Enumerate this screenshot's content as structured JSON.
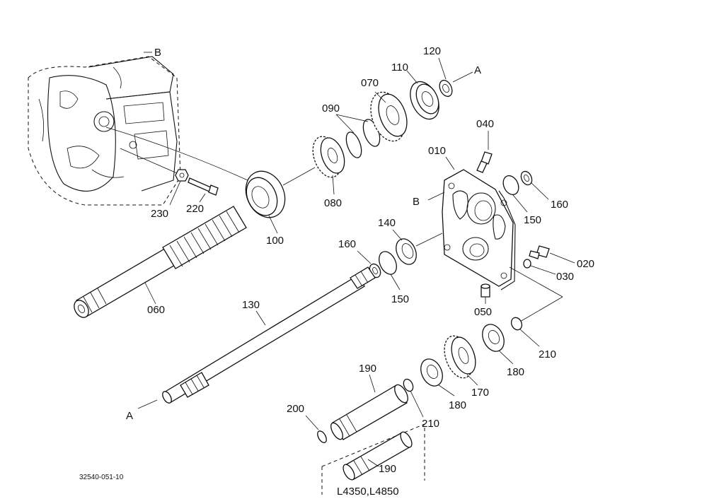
{
  "labels": {
    "p010": "010",
    "p020": "020",
    "p030": "030",
    "p040": "040",
    "p050": "050",
    "p060": "060",
    "p070": "070",
    "p080": "080",
    "p090": "090",
    "p100": "100",
    "p110": "110",
    "p120": "120",
    "p130": "130",
    "p140": "140",
    "p150a": "150",
    "p150b": "150",
    "p160a": "160",
    "p160b": "160",
    "p170": "170",
    "p180a": "180",
    "p180b": "180",
    "p190a": "190",
    "p190b": "190",
    "p200": "200",
    "p210a": "210",
    "p210b": "210",
    "p220": "220",
    "p230": "230",
    "refA1": "A",
    "refA2": "A",
    "refB1": "B",
    "refB2": "B"
  },
  "variant_note": "L4350,L4850",
  "figure_code": "32540-051-10"
}
